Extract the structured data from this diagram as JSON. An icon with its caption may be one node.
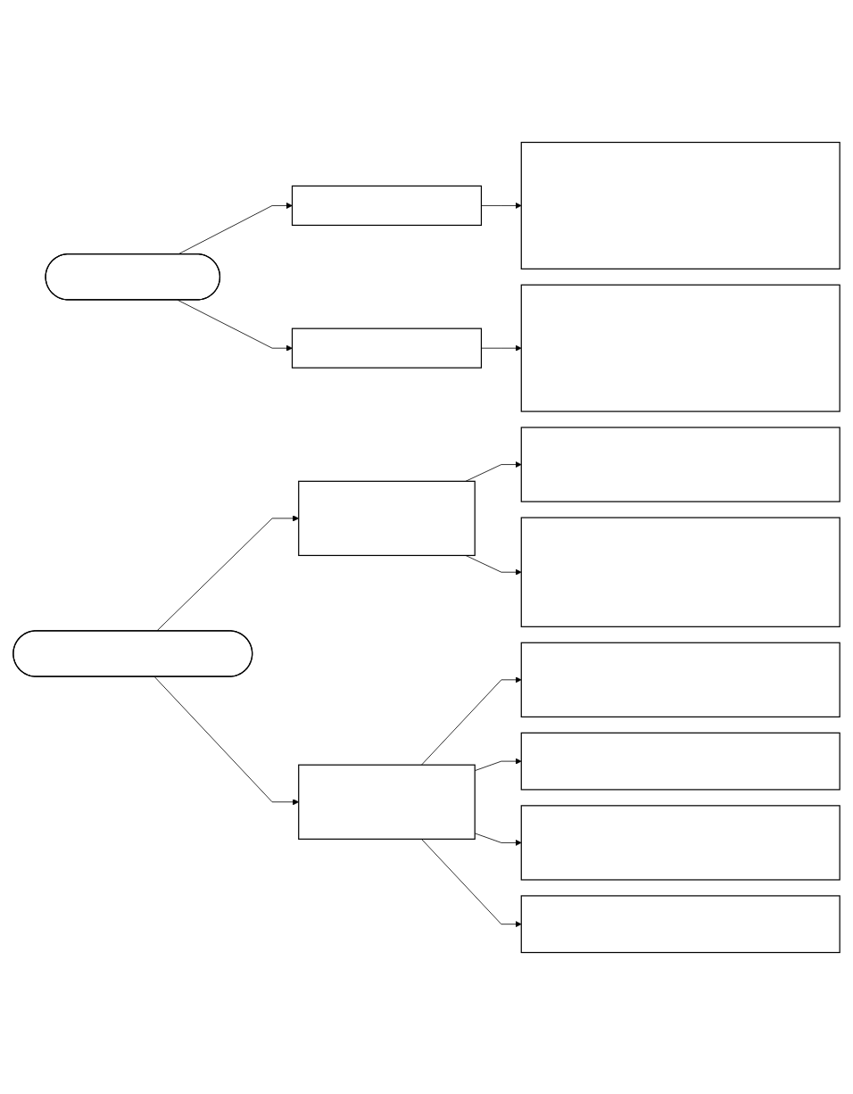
{
  "diagram": {
    "nodes": [
      {
        "text": [],
        "shape": "ellipse"
      },
      {
        "text": [],
        "shape": "box"
      },
      {
        "text": [],
        "shape": "box"
      },
      {
        "text": [],
        "shape": "box"
      },
      {
        "text": [],
        "shape": "box"
      },
      {
        "text": [],
        "shape": "oval"
      },
      {
        "text": [],
        "shape": "box"
      },
      {
        "text": [],
        "shape": "box"
      },
      {
        "text": [],
        "shape": "box"
      },
      {
        "text": [],
        "shape": "box"
      },
      {
        "text": [],
        "shape": "box"
      },
      {
        "text": [],
        "shape": "box"
      },
      {
        "text": [],
        "shape": "box"
      },
      {
        "text": [],
        "shape": "box"
      }
    ],
    "edges": [
      {
        "from": 0,
        "to": 1,
        "arrow": "to"
      },
      {
        "from": 0,
        "to": 2,
        "arrow": "to"
      },
      {
        "from": 1,
        "to": 3,
        "arrow": "to"
      },
      {
        "from": 2,
        "to": 4,
        "arrow": "to"
      },
      {
        "from": 5,
        "to": 6,
        "arrow": "to"
      },
      {
        "from": 5,
        "to": 9,
        "arrow": "to"
      },
      {
        "from": 6,
        "to": 7,
        "arrow": "to"
      },
      {
        "from": 6,
        "to": 8,
        "arrow": "to"
      },
      {
        "from": 9,
        "to": 10,
        "arrow": "to"
      },
      {
        "from": 9,
        "to": 11,
        "arrow": "to"
      },
      {
        "from": 9,
        "to": 12,
        "arrow": "to"
      },
      {
        "from": 9,
        "to": 13,
        "arrow": "to"
      }
    ]
  }
}
